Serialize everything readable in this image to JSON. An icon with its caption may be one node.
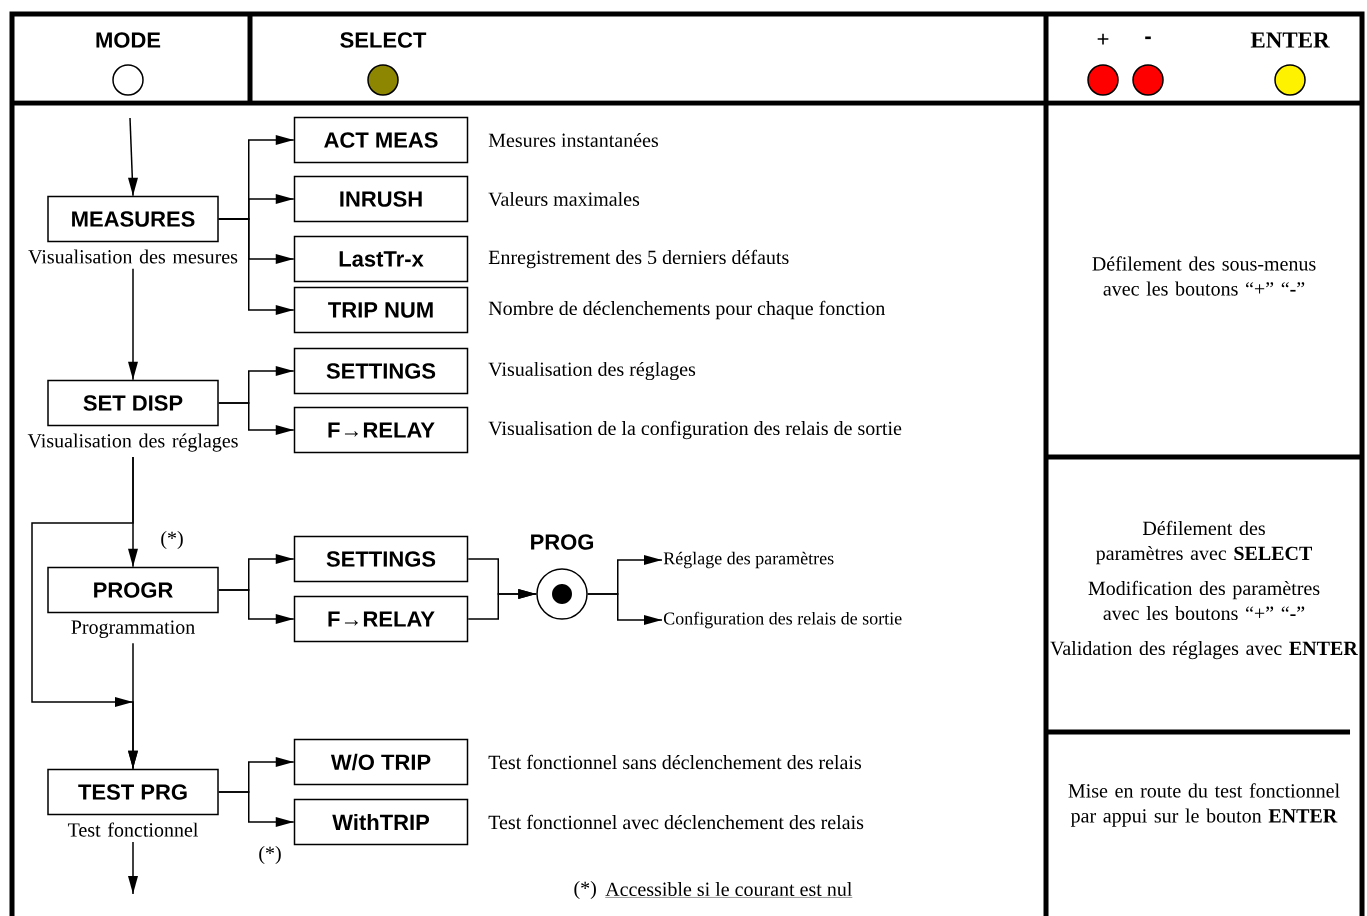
{
  "diagram": {
    "nodes": [
      {
        "text": [
          "MODE"
        ]
      },
      {
        "text": [
          "SELECT"
        ]
      },
      {
        "text": [
          "+"
        ]
      },
      {
        "text": [
          "-"
        ]
      },
      {
        "text": [
          "ENTER"
        ]
      },
      {
        "text": [
          "MEASURES"
        ],
        "beside": [
          "Visualisation des mesures"
        ]
      },
      {
        "text": [
          "ACT MEAS"
        ],
        "beside": [
          "Mesures instantanées"
        ]
      },
      {
        "text": [
          "INRUSH"
        ],
        "beside": [
          "Valeurs maximales"
        ]
      },
      {
        "text": [
          "LastTr-x"
        ],
        "beside": [
          "Enregistrement des 5 derniers défauts"
        ]
      },
      {
        "text": [
          "TRIP NUM"
        ],
        "beside": [
          "Nombre de déclenchements pour chaque fonction"
        ]
      },
      {
        "text": [
          "SET DISP"
        ],
        "beside": [
          "Visualisation des réglages"
        ]
      },
      {
        "text": [
          "SETTINGS"
        ],
        "beside": [
          "Visualisation des réglages"
        ]
      },
      {
        "text": [
          "F→RELAY"
        ],
        "beside": [
          "Visualisation de la configuration des relais de sortie"
        ]
      },
      {
        "text": [
          "PROGR"
        ],
        "beside": [
          "Programmation"
        ]
      },
      {
        "text": [
          "SETTINGS"
        ]
      },
      {
        "text": [
          "F→RELAY"
        ]
      },
      {
        "text": [
          "PROG"
        ]
      },
      {
        "text": [
          "Réglage des paramètres"
        ]
      },
      {
        "text": [
          "Configuration des relais de sortie"
        ]
      },
      {
        "text": [
          "TEST PRG"
        ],
        "beside": [
          "Test fonctionnel"
        ]
      },
      {
        "text": [
          "W/O TRIP"
        ],
        "beside": [
          "Test fonctionnel sans déclenchement des relais"
        ]
      },
      {
        "text": [
          "WithTRIP"
        ],
        "beside": [
          "Test fonctionnel avec déclenchement des relais"
        ]
      },
      {
        "text": [
          "Défilement des sous-menus avec les boutons “+” “**-**”"
        ]
      },
      {
        "text": [
          "Défilement des paramètres avec **SELECT**",
          "Modification des paramètres avec les boutons “+” “**-**”",
          "Validation des réglages avec **ENTER**"
        ]
      },
      {
        "text": [
          "Mise en route du test fonctionnel par appui sur le bouton **ENTER**"
        ]
      }
    ],
    "edges": [
      {
        "from": null,
        "to": 5,
        "arrow": "to"
      },
      {
        "from": 5,
        "to": 6,
        "arrow": "to"
      },
      {
        "from": 5,
        "to": 7,
        "arrow": "to"
      },
      {
        "from": 5,
        "to": 8,
        "arrow": "to"
      },
      {
        "from": 5,
        "to": 9,
        "arrow": "to"
      },
      {
        "from": 5,
        "to": 10,
        "arrow": "to"
      },
      {
        "from": 10,
        "to": 11,
        "arrow": "to"
      },
      {
        "from": 10,
        "to": 12,
        "arrow": "to"
      },
      {
        "from": 10,
        "to": 13,
        "arrow": "to"
      },
      {
        "from": 10,
        "to": 19,
        "arrow": "to"
      },
      {
        "from": 13,
        "to": 14,
        "arrow": "to"
      },
      {
        "from": 13,
        "to": 15,
        "arrow": "to"
      },
      {
        "from": 14,
        "to": 16,
        "arrow": "to"
      },
      {
        "from": 15,
        "to": 16,
        "arrow": "to"
      },
      {
        "from": 16,
        "to": 17,
        "arrow": "to"
      },
      {
        "from": 16,
        "to": 18,
        "arrow": "to"
      },
      {
        "from": 13,
        "to": 19,
        "arrow": "to"
      },
      {
        "from": 19,
        "to": 20,
        "arrow": "to"
      },
      {
        "from": 19,
        "to": 21,
        "arrow": "to"
      },
      {
        "from": 19,
        "to": null,
        "arrow": "to"
      }
    ],
    "labels": [
      "(*)",
      "(*)",
      "(*)",
      "Accessible si le courant est nul"
    ]
  }
}
